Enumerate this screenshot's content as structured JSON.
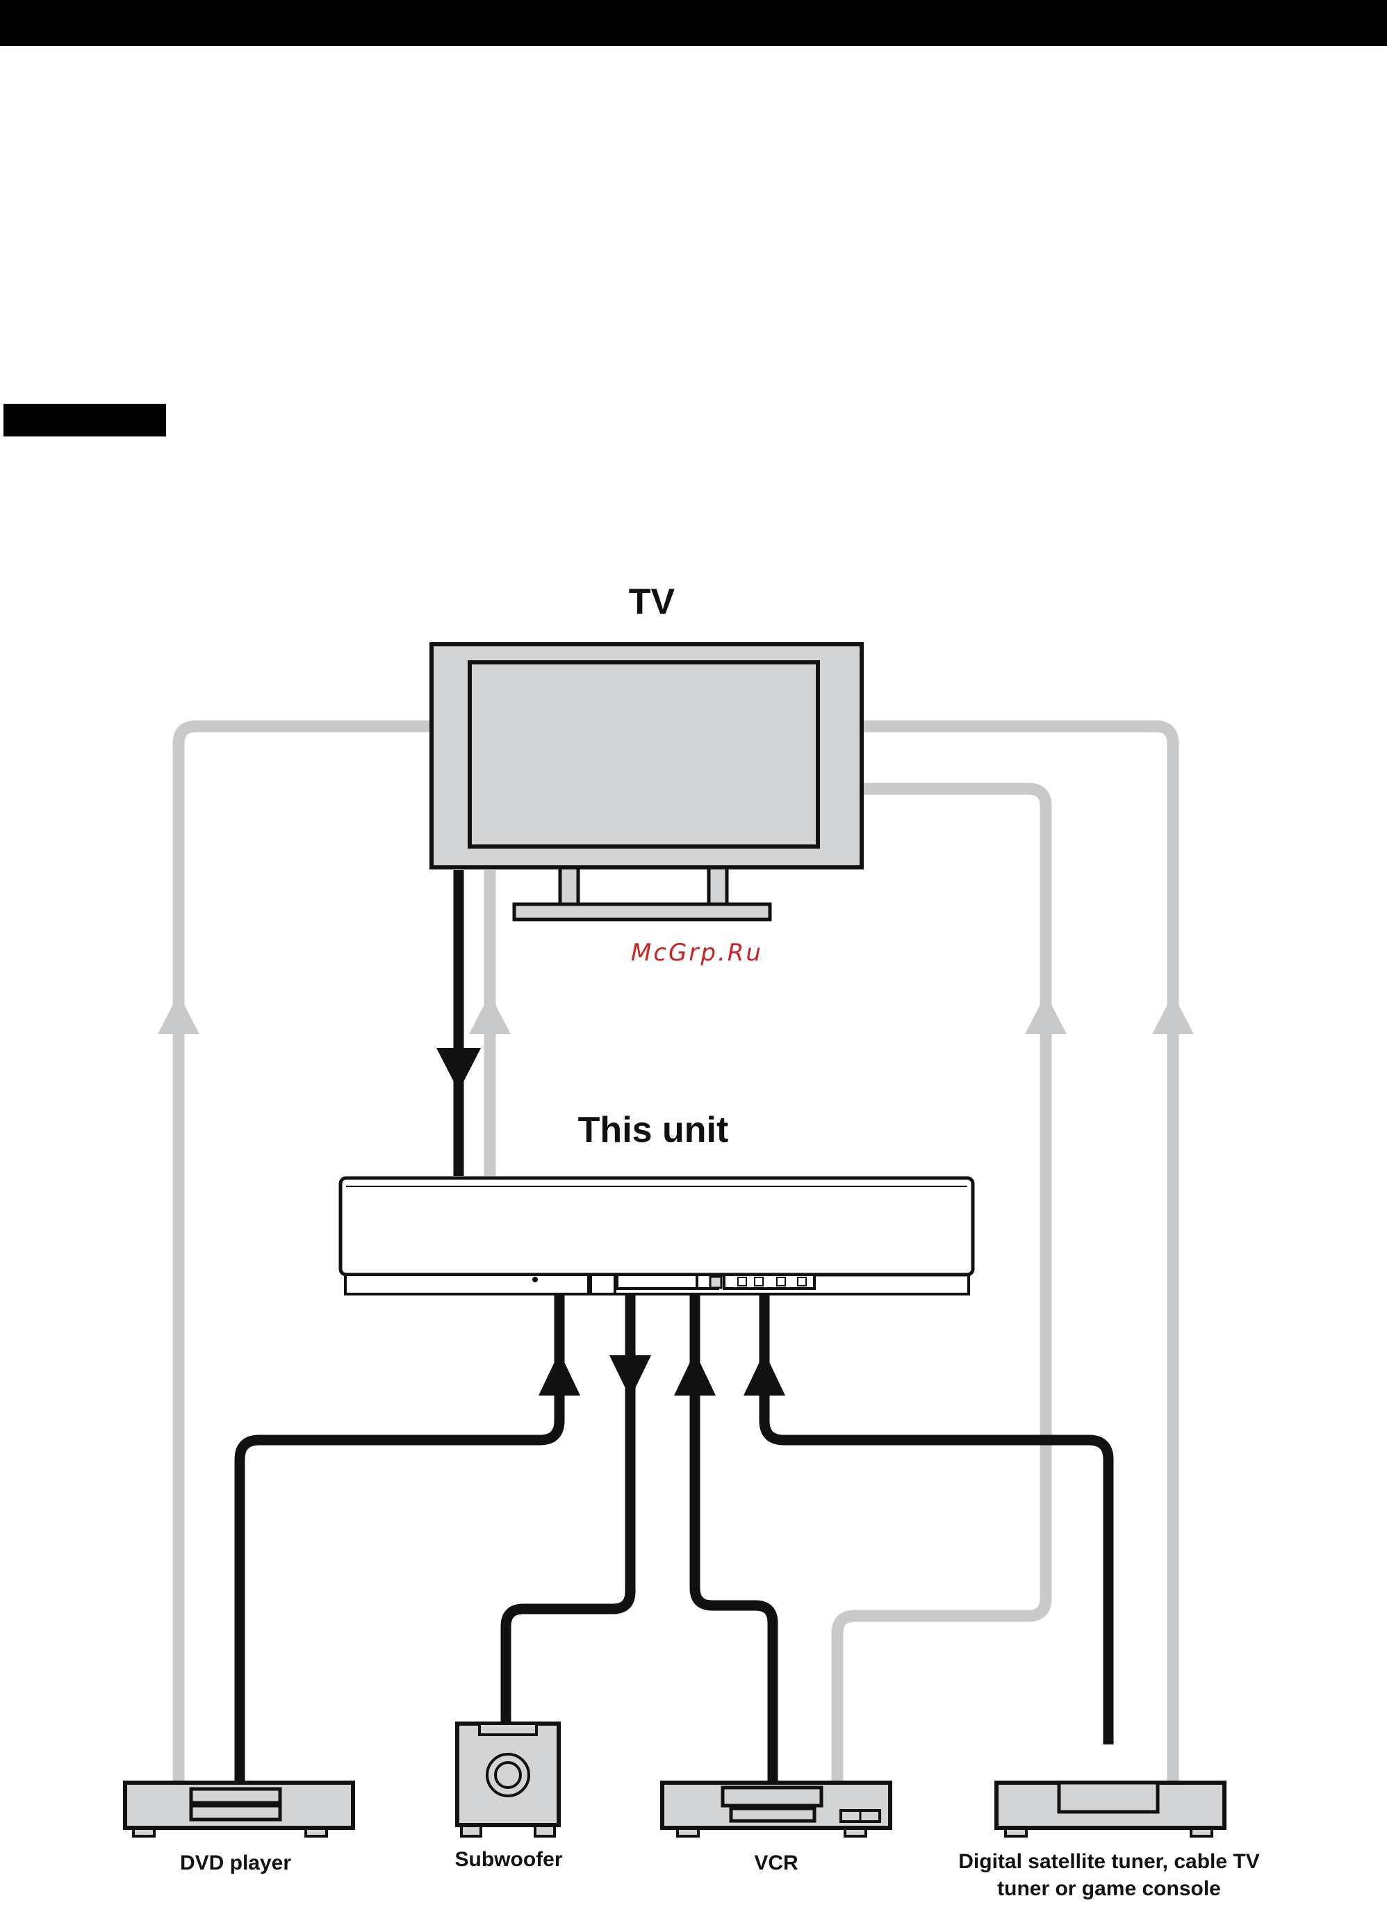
{
  "labels": {
    "tv": "TV",
    "unit": "This unit",
    "dvd": "DVD player",
    "subwoofer": "Subwoofer",
    "vcr": "VCR",
    "sat_line1": "Digital satellite tuner, cable TV",
    "sat_line2": "tuner or game console"
  },
  "watermark": "McGrp.Ru",
  "colors": {
    "black_cable": "#111111",
    "gray_cable": "#c8c9ca",
    "device_fill": "#d3d4d5",
    "watermark": "#cc2222"
  }
}
